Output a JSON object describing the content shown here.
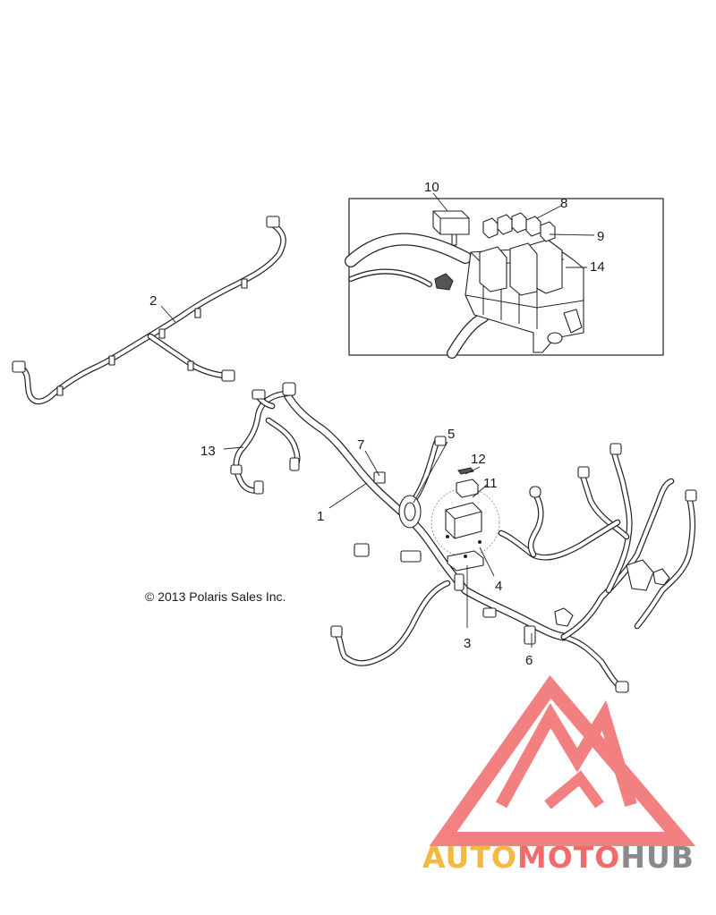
{
  "diagram": {
    "callouts": [
      "1",
      "2",
      "3",
      "4",
      "5",
      "6",
      "7",
      "8",
      "9",
      "10",
      "11",
      "12",
      "13",
      "14"
    ],
    "copyright": "© 2013 Polaris Sales Inc."
  },
  "watermark": {
    "part1": "AUTO",
    "part2": "MOTO",
    "part3": "HUB",
    "color_orange": "#f5b942",
    "color_red": "#f26b6b",
    "color_gray": "#8a8a8a"
  }
}
